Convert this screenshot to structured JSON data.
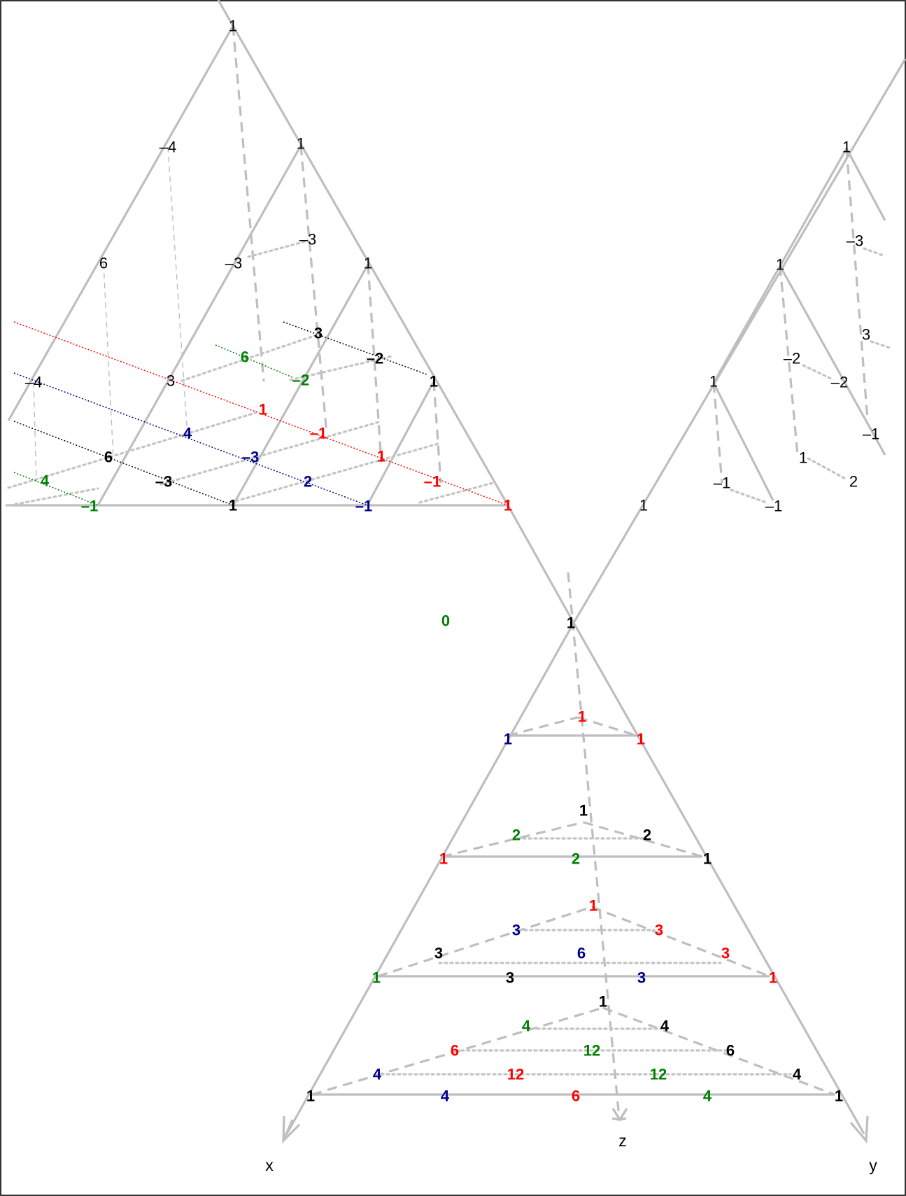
{
  "colors": {
    "black": "#000000",
    "red": "#ff0000",
    "blue": "#00008b",
    "green": "#008000",
    "gray": "#bebebe"
  },
  "axis_labels": {
    "x": "x",
    "z": "z",
    "y": "y"
  },
  "center_label": "0",
  "pyramid": {
    "apex": "1",
    "level1": {
      "base": [
        "1",
        "1"
      ],
      "back": "1"
    },
    "level2": {
      "base": [
        "1",
        "2",
        "1"
      ],
      "mid": [
        "2",
        "2"
      ],
      "back": "1"
    },
    "level3": {
      "base": [
        "1",
        "3",
        "3",
        "1"
      ],
      "row2": [
        "3",
        "6",
        "3"
      ],
      "row1": [
        "3",
        "3"
      ],
      "back": "1"
    },
    "level4": {
      "base": [
        "1",
        "4",
        "6",
        "4",
        "1"
      ],
      "row3": [
        "4",
        "12",
        "12",
        "4"
      ],
      "row2": [
        "6",
        "12",
        "6"
      ],
      "row1": [
        "4",
        "4"
      ],
      "back": "1"
    }
  },
  "left_triangle": {
    "apex": "1",
    "edge_left": [
      "–4",
      "6",
      "–4"
    ],
    "bottom": [
      "–1",
      "1",
      "–1",
      "1"
    ],
    "right_edge": [
      "1",
      "1",
      "1"
    ],
    "lower_tier": [
      "4",
      "–3",
      "2",
      "–1"
    ],
    "mid_tier": [
      "6",
      "4",
      "–3",
      "1"
    ],
    "upper_tier": [
      "3",
      "1",
      "–1"
    ],
    "small_tier": [
      "6",
      "–2",
      "–2",
      "3"
    ],
    "misc": [
      "–3",
      "–3"
    ]
  },
  "right_tree": {
    "main": [
      "1",
      "1",
      "1",
      "1"
    ],
    "branch_a": [
      "–1",
      "–1"
    ],
    "branch_b": [
      "–2",
      "1",
      "2"
    ],
    "branch_c": [
      "–3",
      "3",
      "–2",
      "–1"
    ]
  }
}
